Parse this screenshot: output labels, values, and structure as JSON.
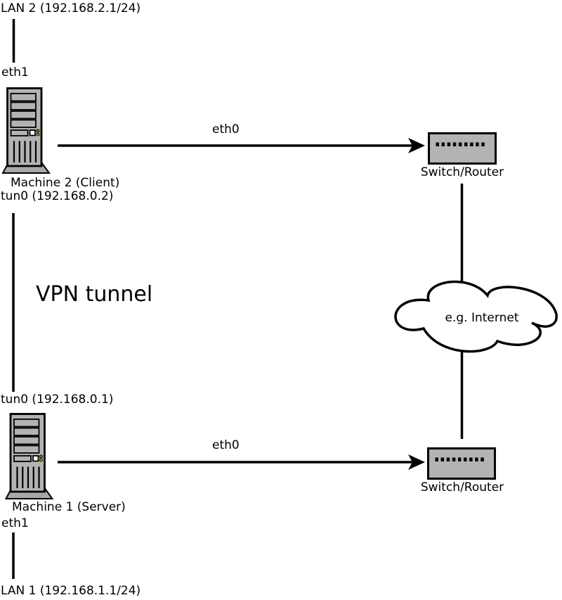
{
  "colors": {
    "background": "#ffffff",
    "stroke": "#000000",
    "device_fill": "#b3b3b3",
    "device_base_fill": "#a8a8a8",
    "led_green": "#1f9b1f",
    "led_amber": "#9b9b00",
    "cloud_fill": "#ffffff"
  },
  "top_lan": {
    "label": "LAN 2 (192.168.2.1/24)",
    "interface": "eth1"
  },
  "client": {
    "name": "Machine 2 (Client)",
    "tunnel_interface": "tun0 (192.168.0.2)",
    "uplink_interface": "eth0"
  },
  "top_switch": {
    "label": "Switch/Router"
  },
  "internet": {
    "label": "e.g. Internet"
  },
  "bottom_switch": {
    "label": "Switch/Router"
  },
  "vpn": {
    "label": "VPN tunnel"
  },
  "server": {
    "name": "Machine 1 (Server)",
    "tunnel_interface": "tun0 (192.168.0.1)",
    "uplink_interface": "eth0"
  },
  "bottom_lan": {
    "label": "LAN 1 (192.168.1.1/24)",
    "interface": "eth1"
  }
}
